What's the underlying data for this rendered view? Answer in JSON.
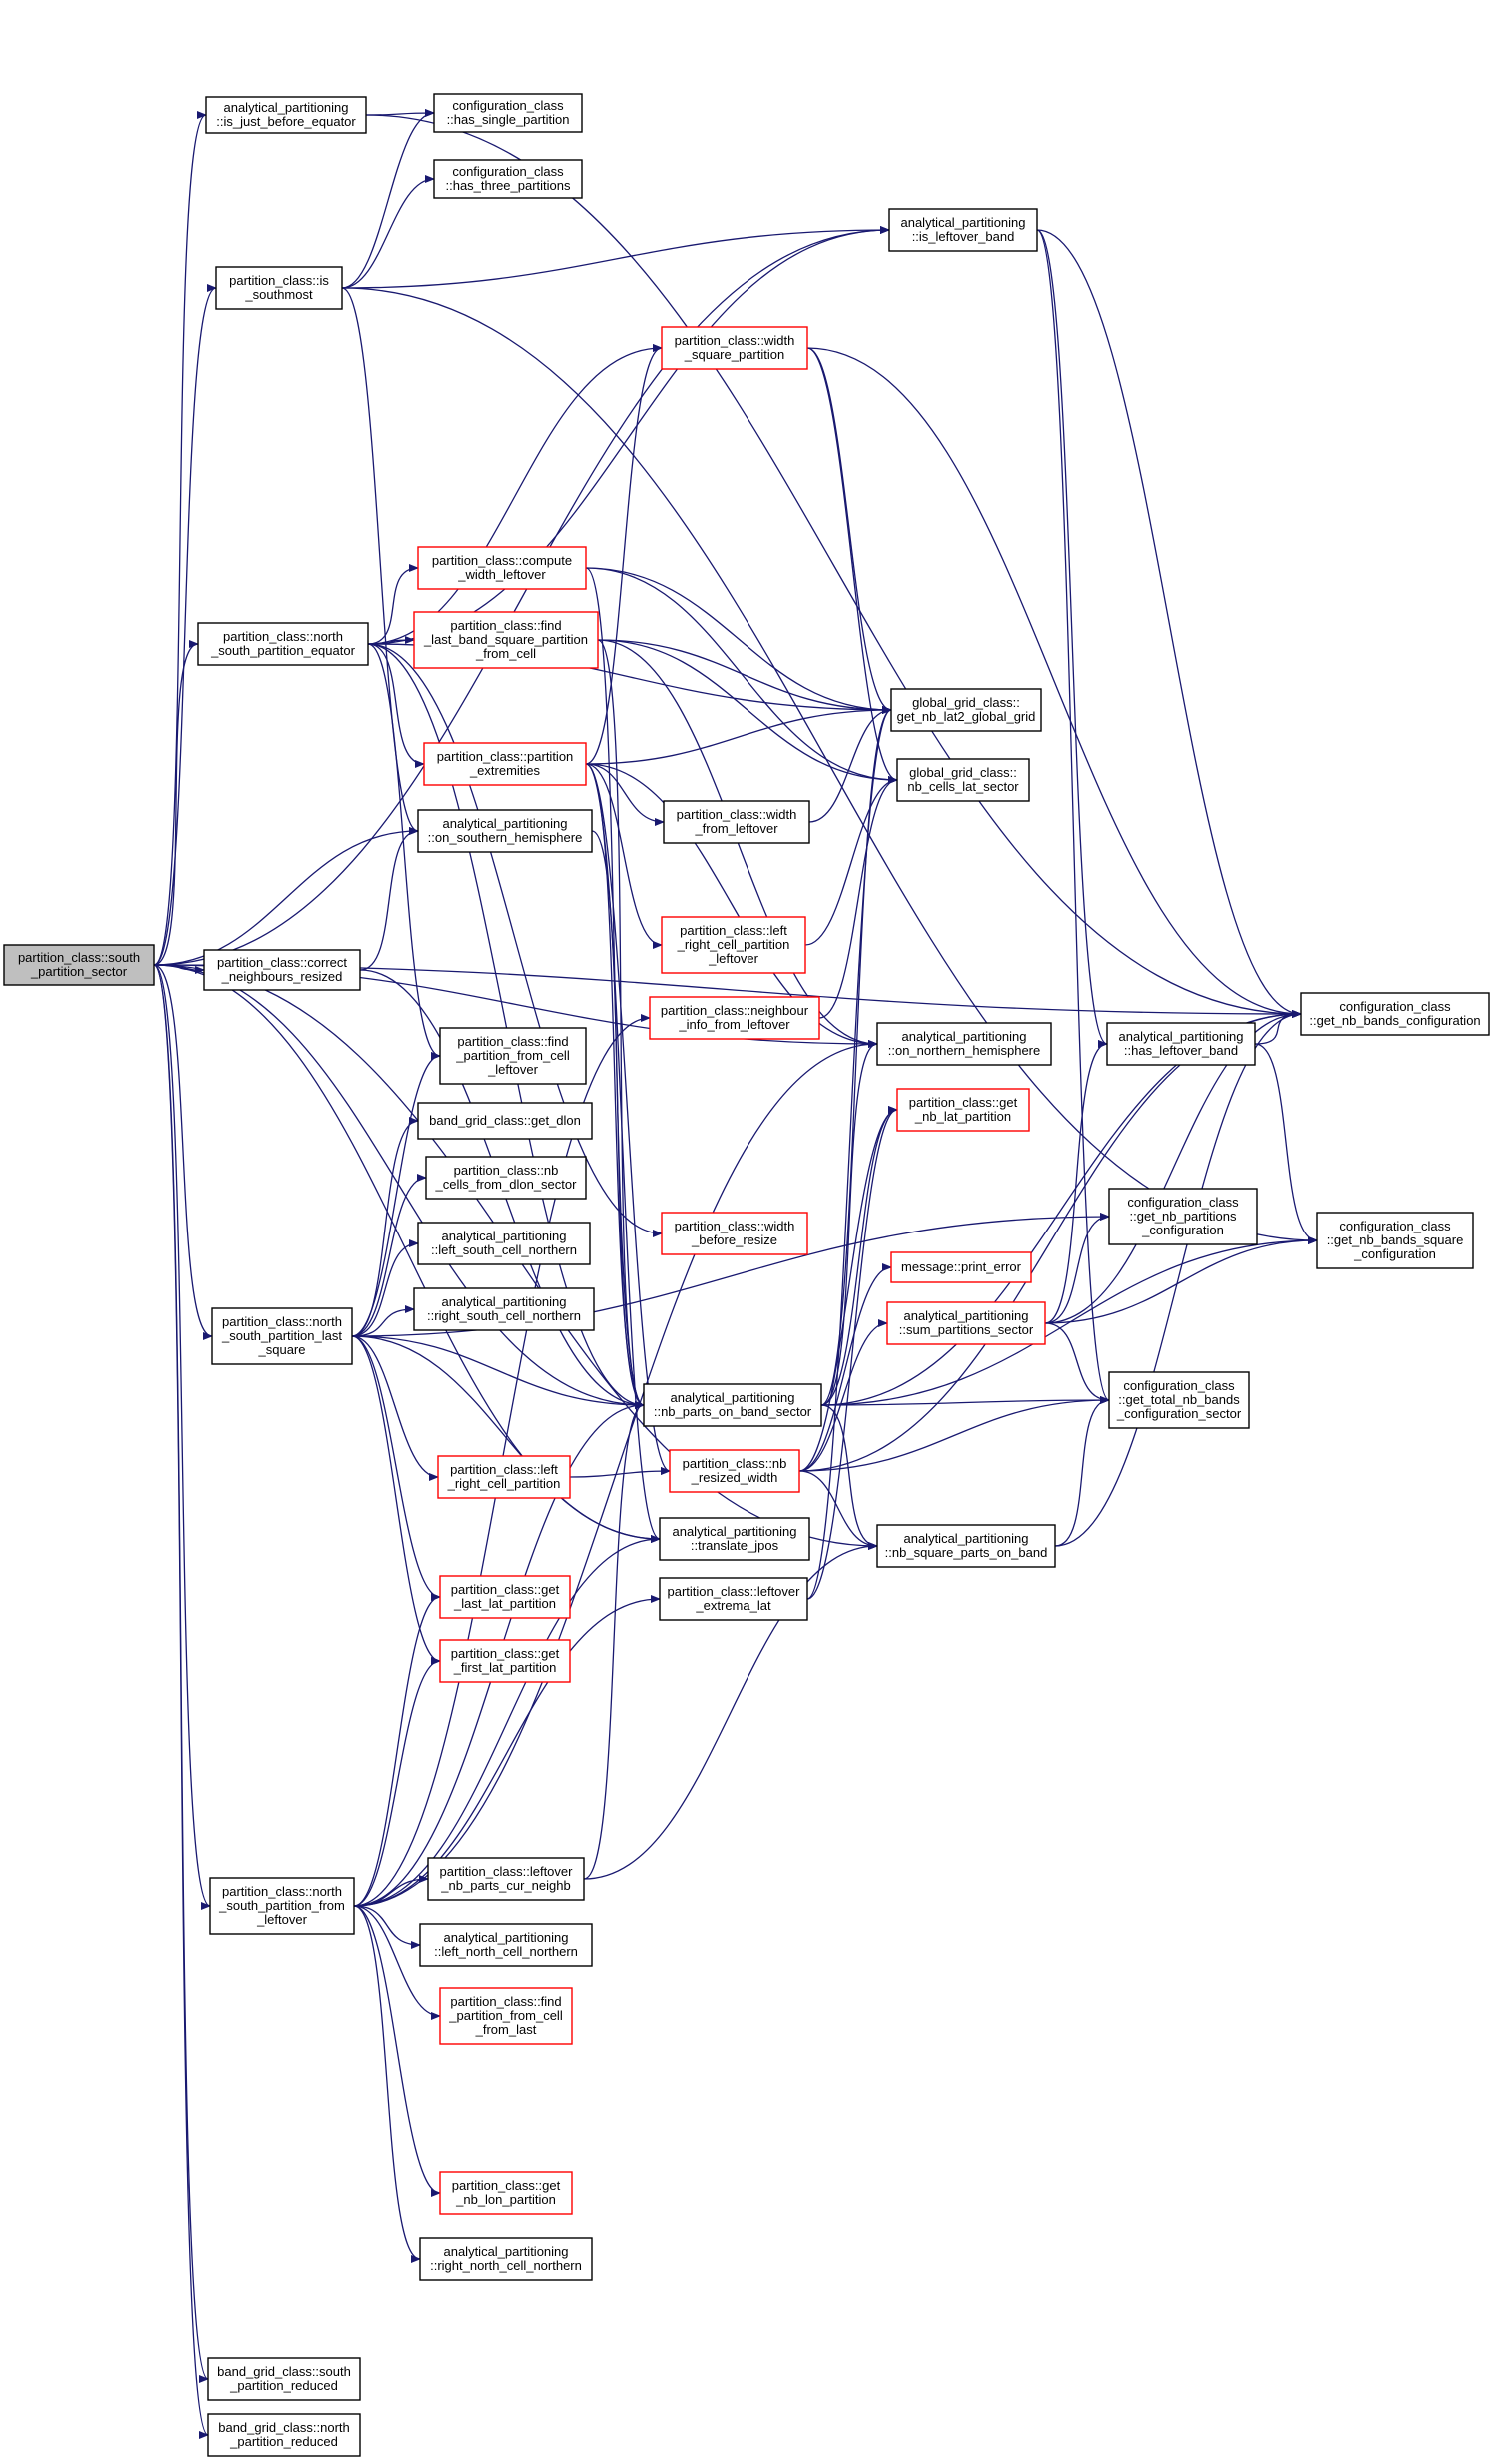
{
  "colors": {
    "edge": "#191970",
    "border_normal": "#000000",
    "border_truncated": "#ff0000",
    "root_fill": "#bfbfbf",
    "node_fill": "#ffffff"
  },
  "nodes": [
    {
      "id": "root",
      "lines": [
        "partition_class::south",
        "_partition_sector"
      ],
      "style": "root"
    },
    {
      "id": "is_just_before_equator",
      "lines": [
        "analytical_partitioning",
        "::is_just_before_equator"
      ],
      "style": "normal"
    },
    {
      "id": "has_single_partition",
      "lines": [
        "configuration_class",
        "::has_single_partition"
      ],
      "style": "normal"
    },
    {
      "id": "has_three_partitions",
      "lines": [
        "configuration_class",
        "::has_three_partitions"
      ],
      "style": "normal"
    },
    {
      "id": "is_southmost",
      "lines": [
        "partition_class::is",
        "_southmost"
      ],
      "style": "normal"
    },
    {
      "id": "is_leftover_band",
      "lines": [
        "analytical_partitioning",
        "::is_leftover_band"
      ],
      "style": "normal"
    },
    {
      "id": "width_square_partition",
      "lines": [
        "partition_class::width",
        "_square_partition"
      ],
      "style": "truncated"
    },
    {
      "id": "compute_width_leftover",
      "lines": [
        "partition_class::compute",
        "_width_leftover"
      ],
      "style": "truncated"
    },
    {
      "id": "north_south_partition_equator",
      "lines": [
        "partition_class::north",
        "_south_partition_equator"
      ],
      "style": "normal"
    },
    {
      "id": "find_last_band_square",
      "lines": [
        "partition_class::find",
        "_last_band_square_partition",
        "_from_cell"
      ],
      "style": "truncated"
    },
    {
      "id": "get_nb_lat2_global_grid",
      "lines": [
        "global_grid_class::",
        "get_nb_lat2_global_grid"
      ],
      "style": "normal"
    },
    {
      "id": "partition_extremities",
      "lines": [
        "partition_class::partition",
        "_extremities"
      ],
      "style": "truncated"
    },
    {
      "id": "nb_cells_lat_sector",
      "lines": [
        "global_grid_class::",
        "nb_cells_lat_sector"
      ],
      "style": "normal"
    },
    {
      "id": "width_from_leftover",
      "lines": [
        "partition_class::width",
        "_from_leftover"
      ],
      "style": "normal"
    },
    {
      "id": "on_southern_hemisphere",
      "lines": [
        "analytical_partitioning",
        "::on_southern_hemisphere"
      ],
      "style": "normal"
    },
    {
      "id": "left_right_cell_partition_leftover",
      "lines": [
        "partition_class::left",
        "_right_cell_partition",
        "_leftover"
      ],
      "style": "truncated"
    },
    {
      "id": "correct_neighbours_resized",
      "lines": [
        "partition_class::correct",
        "_neighbours_resized"
      ],
      "style": "normal"
    },
    {
      "id": "neighbour_info_from_leftover",
      "lines": [
        "partition_class::neighbour",
        "_info_from_leftover"
      ],
      "style": "truncated"
    },
    {
      "id": "get_nb_bands_configuration",
      "lines": [
        "configuration_class",
        "::get_nb_bands_configuration"
      ],
      "style": "normal"
    },
    {
      "id": "has_leftover_band",
      "lines": [
        "analytical_partitioning",
        "::has_leftover_band"
      ],
      "style": "normal"
    },
    {
      "id": "find_partition_from_cell_leftover",
      "lines": [
        "partition_class::find",
        "_partition_from_cell",
        "_leftover"
      ],
      "style": "normal"
    },
    {
      "id": "on_northern_hemisphere",
      "lines": [
        "analytical_partitioning",
        "::on_northern_hemisphere"
      ],
      "style": "normal"
    },
    {
      "id": "get_dlon",
      "lines": [
        "band_grid_class::get_dlon"
      ],
      "style": "normal"
    },
    {
      "id": "get_nb_lat_partition",
      "lines": [
        "partition_class::get",
        "_nb_lat_partition"
      ],
      "style": "truncated"
    },
    {
      "id": "nb_cells_from_dlon_sector",
      "lines": [
        "partition_class::nb",
        "_cells_from_dlon_sector"
      ],
      "style": "normal"
    },
    {
      "id": "get_nb_partitions_configuration",
      "lines": [
        "configuration_class",
        "::get_nb_partitions",
        "_configuration"
      ],
      "style": "normal"
    },
    {
      "id": "get_nb_bands_square_configuration",
      "lines": [
        "configuration_class",
        "::get_nb_bands_square",
        "_configuration"
      ],
      "style": "normal"
    },
    {
      "id": "left_south_cell_northern",
      "lines": [
        "analytical_partitioning",
        "::left_south_cell_northern"
      ],
      "style": "normal"
    },
    {
      "id": "width_before_resize",
      "lines": [
        "partition_class::width",
        "_before_resize"
      ],
      "style": "truncated"
    },
    {
      "id": "print_error",
      "lines": [
        "message::print_error"
      ],
      "style": "truncated"
    },
    {
      "id": "right_south_cell_northern",
      "lines": [
        "analytical_partitioning",
        "::right_south_cell_northern"
      ],
      "style": "normal"
    },
    {
      "id": "sum_partitions_sector",
      "lines": [
        "analytical_partitioning",
        "::sum_partitions_sector"
      ],
      "style": "truncated"
    },
    {
      "id": "north_south_partition_last_square",
      "lines": [
        "partition_class::north",
        "_south_partition_last",
        "_square"
      ],
      "style": "normal"
    },
    {
      "id": "nb_parts_on_band_sector",
      "lines": [
        "analytical_partitioning",
        "::nb_parts_on_band_sector"
      ],
      "style": "normal"
    },
    {
      "id": "get_total_nb_bands_configuration_sector",
      "lines": [
        "configuration_class",
        "::get_total_nb_bands",
        "_configuration_sector"
      ],
      "style": "normal"
    },
    {
      "id": "left_right_cell_partition",
      "lines": [
        "partition_class::left",
        "_right_cell_partition"
      ],
      "style": "truncated"
    },
    {
      "id": "nb_resized_width",
      "lines": [
        "partition_class::nb",
        "_resized_width"
      ],
      "style": "truncated"
    },
    {
      "id": "translate_jpos",
      "lines": [
        "analytical_partitioning",
        "::translate_jpos"
      ],
      "style": "normal"
    },
    {
      "id": "nb_square_parts_on_band",
      "lines": [
        "analytical_partitioning",
        "::nb_square_parts_on_band"
      ],
      "style": "normal"
    },
    {
      "id": "get_last_lat_partition",
      "lines": [
        "partition_class::get",
        "_last_lat_partition"
      ],
      "style": "truncated"
    },
    {
      "id": "leftover_extrema_lat",
      "lines": [
        "partition_class::leftover",
        "_extrema_lat"
      ],
      "style": "normal"
    },
    {
      "id": "get_first_lat_partition",
      "lines": [
        "partition_class::get",
        "_first_lat_partition"
      ],
      "style": "truncated"
    },
    {
      "id": "leftover_nb_parts_cur_neighb",
      "lines": [
        "partition_class::leftover",
        "_nb_parts_cur_neighb"
      ],
      "style": "normal"
    },
    {
      "id": "north_south_partition_from_leftover",
      "lines": [
        "partition_class::north",
        "_south_partition_from",
        "_leftover"
      ],
      "style": "normal"
    },
    {
      "id": "left_north_cell_northern",
      "lines": [
        "analytical_partitioning",
        "::left_north_cell_northern"
      ],
      "style": "normal"
    },
    {
      "id": "find_partition_from_cell_from_last",
      "lines": [
        "partition_class::find",
        "_partition_from_cell",
        "_from_last"
      ],
      "style": "truncated"
    },
    {
      "id": "get_nb_lon_partition",
      "lines": [
        "partition_class::get",
        "_nb_lon_partition"
      ],
      "style": "truncated"
    },
    {
      "id": "right_north_cell_northern",
      "lines": [
        "analytical_partitioning",
        "::right_north_cell_northern"
      ],
      "style": "normal"
    },
    {
      "id": "south_partition_reduced",
      "lines": [
        "band_grid_class::south",
        "_partition_reduced"
      ],
      "style": "normal"
    },
    {
      "id": "north_partition_reduced",
      "lines": [
        "band_grid_class::north",
        "_partition_reduced"
      ],
      "style": "normal"
    }
  ]
}
